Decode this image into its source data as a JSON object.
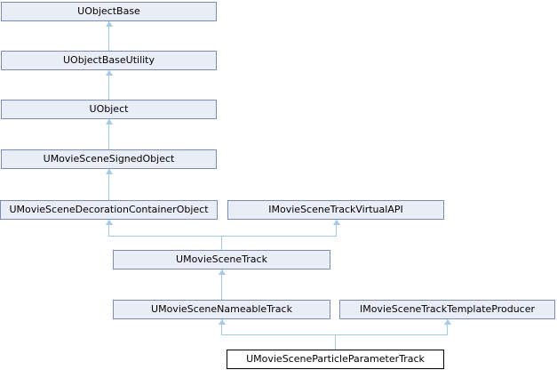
{
  "diagram": {
    "kind": "class-inheritance-diagram",
    "colors": {
      "node_fill": "#E9EDF6",
      "node_border": "#7C8BB7",
      "edge": "#A2C9E6",
      "focus_fill": "#FFFFFF",
      "focus_border": "#000000",
      "text": "#000000",
      "background": "#FFFFFF"
    },
    "nodes": [
      {
        "label": "UObjectBase"
      },
      {
        "label": "UObjectBaseUtility"
      },
      {
        "label": "UObject"
      },
      {
        "label": "UMovieSceneSignedObject"
      },
      {
        "label": "UMovieSceneDecorationContainerObject"
      },
      {
        "label": "IMovieSceneTrackVirtualAPI"
      },
      {
        "label": "UMovieSceneTrack"
      },
      {
        "label": "UMovieSceneNameableTrack"
      },
      {
        "label": "IMovieSceneTrackTemplateProducer"
      },
      {
        "label": "UMovieSceneParticleParameterTrack",
        "focus": true
      }
    ],
    "edges": [
      {
        "from": "UObjectBaseUtility",
        "to": "UObjectBase"
      },
      {
        "from": "UObject",
        "to": "UObjectBaseUtility"
      },
      {
        "from": "UMovieSceneSignedObject",
        "to": "UObject"
      },
      {
        "from": "UMovieSceneDecorationContainerObject",
        "to": "UMovieSceneSignedObject"
      },
      {
        "from": "UMovieSceneTrack",
        "to": "UMovieSceneDecorationContainerObject"
      },
      {
        "from": "UMovieSceneTrack",
        "to": "IMovieSceneTrackVirtualAPI"
      },
      {
        "from": "UMovieSceneNameableTrack",
        "to": "UMovieSceneTrack"
      },
      {
        "from": "UMovieSceneParticleParameterTrack",
        "to": "UMovieSceneNameableTrack"
      },
      {
        "from": "UMovieSceneParticleParameterTrack",
        "to": "IMovieSceneTrackTemplateProducer"
      }
    ]
  }
}
